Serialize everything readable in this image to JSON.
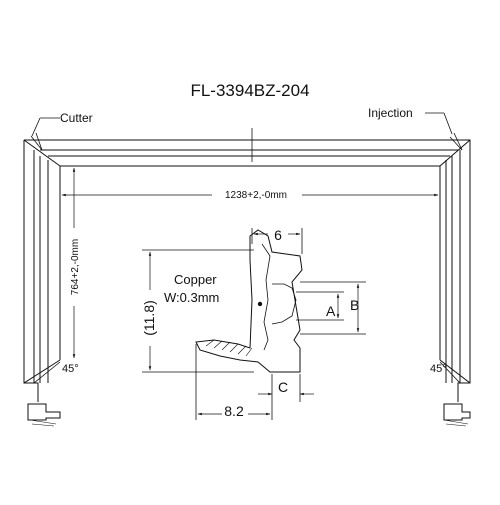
{
  "drawing": {
    "title": "FL-3394BZ-204",
    "labels": {
      "cutter": "Cutter",
      "injection": "Injection",
      "width": "1238+2,-0mm",
      "height": "764+2,-0mm",
      "angle_left": "45°",
      "angle_right": "45°",
      "copper": "Copper",
      "copper_thickness": "W:0.3mm",
      "dim_top": "6",
      "dim_left": "(11.8)",
      "dim_bottom": "8.2",
      "dim_a": "A",
      "dim_b": "B",
      "dim_c": "C"
    }
  }
}
